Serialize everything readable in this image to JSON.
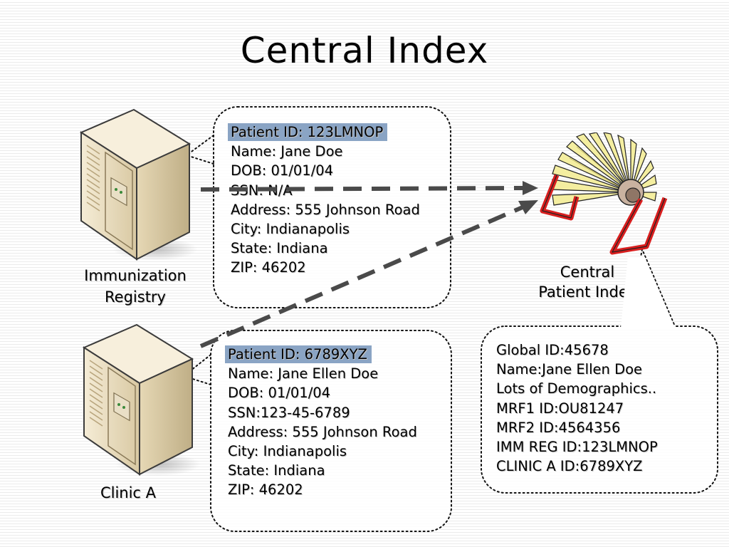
{
  "title": "Central Index",
  "nodes": {
    "immunization_registry": {
      "label_line1": "Immunization",
      "label_line2": "Registry",
      "icon": "server-icon"
    },
    "clinic_a": {
      "label": "Clinic A",
      "icon": "server-icon"
    },
    "central_patient_index": {
      "label_line1": "Central",
      "label_line2": "Patient Index",
      "icon": "rolodex-icon"
    }
  },
  "records": {
    "registry": {
      "patient_id": "Patient ID:  123LMNOP",
      "name": "Name:  Jane Doe",
      "dob": "DOB: 01/01/04",
      "ssn": "SSN:  N/A",
      "address": "Address: 555 Johnson Road",
      "city": "City: Indianapolis",
      "state": "State: Indiana",
      "zip": "ZIP: 46202"
    },
    "clinic": {
      "patient_id": "Patient ID:  6789XYZ",
      "name": "Name:  Jane Ellen Doe",
      "dob": "DOB: 01/01/04",
      "ssn": "SSN:123-45-6789",
      "address": "Address: 555 Johnson Road",
      "city": "City: Indianapolis",
      "state": "State: Indiana",
      "zip": "ZIP: 46202"
    },
    "central": {
      "global_id": {
        "key": "Global ID:",
        "value": "45678"
      },
      "name": {
        "key": "Name:",
        "value": "Jane Ellen Doe"
      },
      "demographics": "Lots of Demographics..",
      "mrf1": {
        "key": "MRF1 ID:",
        "value": "OU81247"
      },
      "mrf2": {
        "key": "MRF2 ID:",
        "value": "4564356"
      },
      "imm_reg": {
        "key": "IMM REG ID:",
        "value": "123LMNOP"
      },
      "clinic_a": {
        "key": "CLINIC A ID:",
        "value": "6789XYZ"
      }
    }
  },
  "colors": {
    "highlight": "#8aa4c4",
    "arrow": "#4a4a4a",
    "rolodex_frame": "#d81e1e",
    "rolodex_cards": "#f4eea0"
  }
}
